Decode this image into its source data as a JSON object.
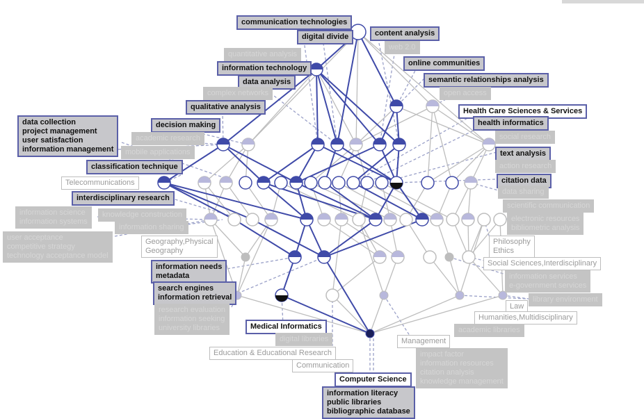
{
  "colors": {
    "accent": "#3f4aa8",
    "dark_node": "#1a1f5a",
    "faded_node": "#b8b8dc",
    "edge_gray": "#bdbdbd"
  },
  "labels": [
    {
      "style": "dark",
      "lines": [
        "communication technologies"
      ]
    },
    {
      "style": "dark",
      "lines": [
        "digital divide"
      ]
    },
    {
      "style": "dark",
      "lines": [
        "content analysis"
      ]
    },
    {
      "style": "faded",
      "lines": [
        "quantitative analysis"
      ]
    },
    {
      "style": "faded",
      "lines": [
        "web 2.0"
      ]
    },
    {
      "style": "dark",
      "lines": [
        "information technology"
      ]
    },
    {
      "style": "dark",
      "lines": [
        "online communities"
      ]
    },
    {
      "style": "dark",
      "lines": [
        "data analysis"
      ]
    },
    {
      "style": "dark",
      "lines": [
        "semantic relationships analysis"
      ]
    },
    {
      "style": "faded",
      "lines": [
        "complex networks"
      ]
    },
    {
      "style": "faded",
      "lines": [
        "open access"
      ]
    },
    {
      "style": "dark",
      "lines": [
        "qualitative analysis"
      ]
    },
    {
      "style": "whitedark",
      "lines": [
        "Health Care Sciences & Services"
      ]
    },
    {
      "style": "dark",
      "lines": [
        "health informatics"
      ]
    },
    {
      "style": "dark",
      "lines": [
        "data collection",
        "project management",
        "user satisfaction",
        "information management"
      ]
    },
    {
      "style": "dark",
      "lines": [
        "decision making"
      ]
    },
    {
      "style": "faded",
      "lines": [
        "academic research"
      ]
    },
    {
      "style": "faded",
      "lines": [
        "social research"
      ]
    },
    {
      "style": "faded",
      "lines": [
        "mobile applications"
      ]
    },
    {
      "style": "dark",
      "lines": [
        "text analysis"
      ]
    },
    {
      "style": "dark",
      "lines": [
        "classification technique"
      ]
    },
    {
      "style": "faded",
      "lines": [
        "action research"
      ]
    },
    {
      "style": "outline",
      "lines": [
        "Telecommunications"
      ]
    },
    {
      "style": "dark",
      "lines": [
        "citation data"
      ]
    },
    {
      "style": "dark",
      "lines": [
        "interdisciplinary research"
      ]
    },
    {
      "style": "faded",
      "lines": [
        "data sharing"
      ]
    },
    {
      "style": "faded",
      "lines": [
        "scientific communication"
      ]
    },
    {
      "style": "faded",
      "lines": [
        "information science",
        "information systems"
      ]
    },
    {
      "style": "faded",
      "lines": [
        "knowledge construction"
      ]
    },
    {
      "style": "faded",
      "lines": [
        "information sharing"
      ]
    },
    {
      "style": "faded",
      "lines": [
        "electronic resources",
        "bibliometric analysis"
      ]
    },
    {
      "style": "faded",
      "lines": [
        "user acceptance",
        "competitive strategy",
        "technology acceptance model"
      ]
    },
    {
      "style": "outline",
      "lines": [
        "Geography,Physical",
        "Geography"
      ]
    },
    {
      "style": "outline",
      "lines": [
        "Philosophy",
        "Ethics"
      ]
    },
    {
      "style": "outline",
      "lines": [
        "Social Sciences,Interdisciplinary"
      ]
    },
    {
      "style": "dark",
      "lines": [
        "information needs",
        "metadata"
      ]
    },
    {
      "style": "faded",
      "lines": [
        "information services",
        "e-government services"
      ]
    },
    {
      "style": "dark",
      "lines": [
        "search engines",
        "information retrieval"
      ]
    },
    {
      "style": "faded",
      "lines": [
        "library environment"
      ]
    },
    {
      "style": "faded",
      "lines": [
        "research evaluation",
        "information seeking",
        "university libraries"
      ]
    },
    {
      "style": "outline",
      "lines": [
        "Law"
      ]
    },
    {
      "style": "outline",
      "lines": [
        "Humanities,Multidisciplinary"
      ]
    },
    {
      "style": "whitedark",
      "lines": [
        "Medical Informatics"
      ]
    },
    {
      "style": "faded",
      "lines": [
        "academic libraries"
      ]
    },
    {
      "style": "faded",
      "lines": [
        "digital libraries"
      ]
    },
    {
      "style": "outline",
      "lines": [
        "Management"
      ]
    },
    {
      "style": "outline",
      "lines": [
        "Education & Educational Research"
      ]
    },
    {
      "style": "faded",
      "lines": [
        "impact factor",
        "information resources",
        "citation analysis",
        "knowledge management"
      ]
    },
    {
      "style": "outline",
      "lines": [
        "Communication"
      ]
    },
    {
      "style": "whitedark",
      "lines": [
        "Computer Science"
      ]
    },
    {
      "style": "dark",
      "lines": [
        "information literacy",
        "public libraries",
        "bibliographic database"
      ]
    }
  ]
}
